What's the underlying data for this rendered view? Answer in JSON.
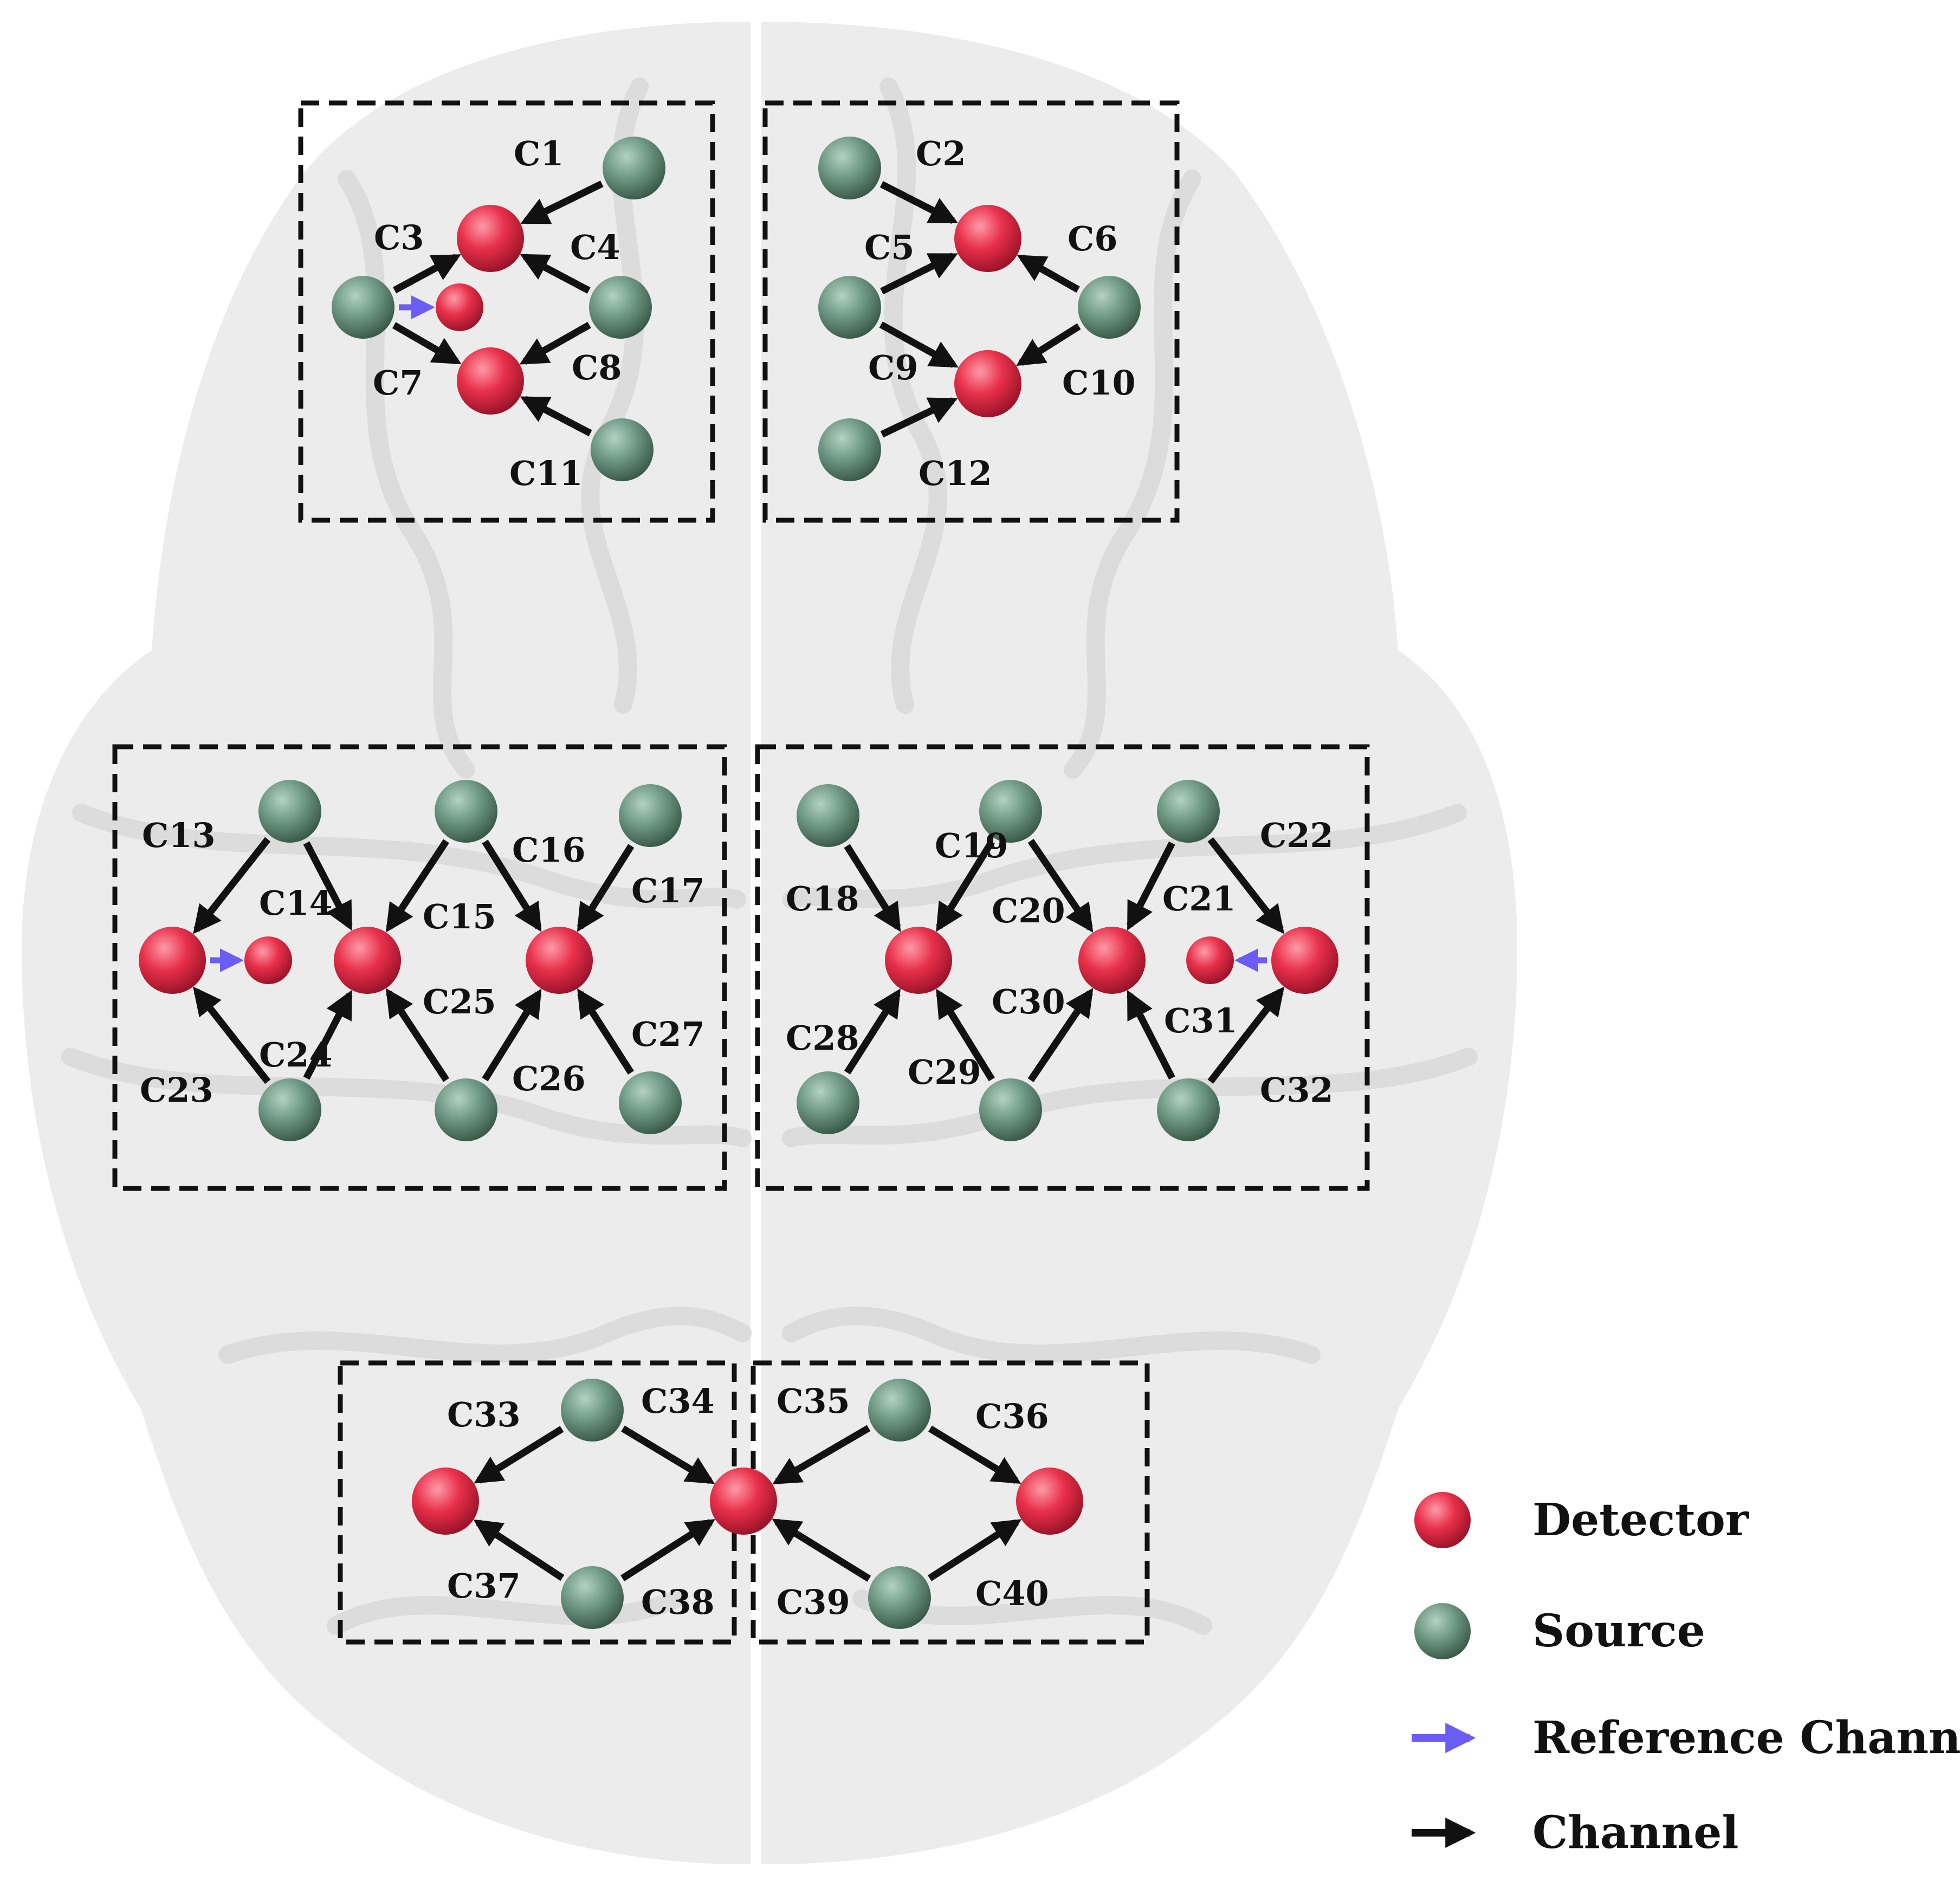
{
  "colors": {
    "brain": "#ebebeb",
    "brain_fold": "#dcdcdc",
    "detector": "#e8304a",
    "detector_dark": "#a3122a",
    "source": "#6f9a86",
    "source_dark": "#3f5f50",
    "reference_arrow": "#6a5cf5",
    "channel_arrow": "#111111",
    "box_border": "#111111"
  },
  "legend": {
    "detector": "Detector",
    "source": "Source",
    "reference_channel": "Reference Channel",
    "channel": "Channel"
  },
  "channels": [
    "C1",
    "C2",
    "C3",
    "C4",
    "C5",
    "C6",
    "C7",
    "C8",
    "C9",
    "C10",
    "C11",
    "C12",
    "C13",
    "C14",
    "C15",
    "C16",
    "C17",
    "C18",
    "C19",
    "C20",
    "C21",
    "C22",
    "C23",
    "C24",
    "C25",
    "C26",
    "C27",
    "C28",
    "C29",
    "C30",
    "C31",
    "C32",
    "C33",
    "C34",
    "C35",
    "C36",
    "C37",
    "C38",
    "C39",
    "C40"
  ]
}
